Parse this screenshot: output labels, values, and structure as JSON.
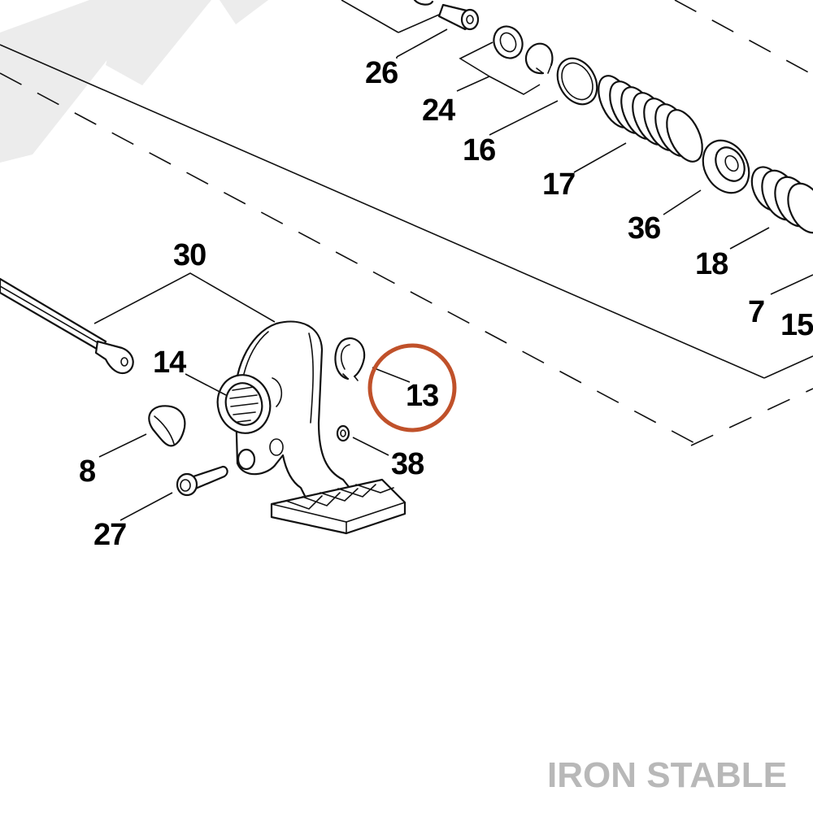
{
  "diagram": {
    "callouts": [
      {
        "id": "26",
        "label": "26"
      },
      {
        "id": "24",
        "label": "24"
      },
      {
        "id": "16",
        "label": "16"
      },
      {
        "id": "17",
        "label": "17"
      },
      {
        "id": "36",
        "label": "36"
      },
      {
        "id": "18",
        "label": "18"
      },
      {
        "id": "7",
        "label": "7"
      },
      {
        "id": "15",
        "label": "15"
      },
      {
        "id": "30",
        "label": "30"
      },
      {
        "id": "14",
        "label": "14"
      },
      {
        "id": "13",
        "label": "13"
      },
      {
        "id": "8",
        "label": "8"
      },
      {
        "id": "38",
        "label": "38"
      },
      {
        "id": "27",
        "label": "27"
      }
    ],
    "highlighted_part": "13",
    "colors": {
      "line": "#111111",
      "highlight": "#c0512a",
      "watermark": "#ececec",
      "brand": "#b8b8b8"
    }
  },
  "brand": {
    "name": "IRON STABLE"
  }
}
